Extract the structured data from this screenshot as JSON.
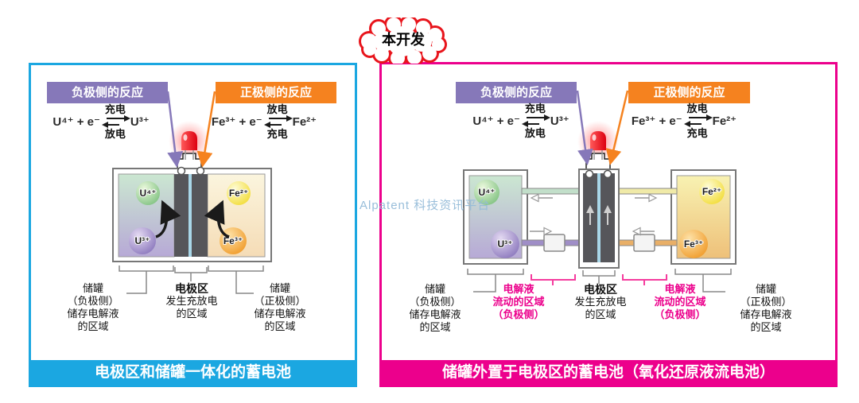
{
  "badge": {
    "label": "本开发"
  },
  "watermark": {
    "text": "Alpatent 科技资讯平台"
  },
  "reactions": {
    "negative": {
      "title": "负极侧的反应",
      "lhs": "U⁴⁺ + e⁻",
      "rhs": "U³⁺",
      "top": "充电",
      "bottom": "放电"
    },
    "positive": {
      "title": "正极侧的反应",
      "lhs": "Fe³⁺ + e⁻",
      "rhs": "Fe²⁺",
      "top": "放电",
      "bottom": "充电"
    }
  },
  "ions": {
    "u4": "U⁴⁺",
    "u3": "U³⁺",
    "fe2": "Fe²⁺",
    "fe3": "Fe³⁺"
  },
  "region_labels": {
    "tank_neg": [
      "储罐",
      "（负极侧）",
      "储存电解液",
      "的区域"
    ],
    "electrode": [
      "电极区",
      "发生充放电",
      "的区域"
    ],
    "tank_pos": [
      "储罐",
      "（正极侧）",
      "储存电解液",
      "的区域"
    ],
    "flow": [
      "电解液",
      "流动的区域",
      "（负极侧）"
    ]
  },
  "banners": {
    "left": "电极区和储罐一体化的蓄电池",
    "right": "储罐外置于电极区的蓄电池（氧化还原液流电池）"
  },
  "colors": {
    "left_accent": "#1BA7E1",
    "right_accent": "#EC008C",
    "negative_purple": "#8678B9",
    "positive_orange": "#F5821F",
    "led_red": "#E8151C"
  }
}
